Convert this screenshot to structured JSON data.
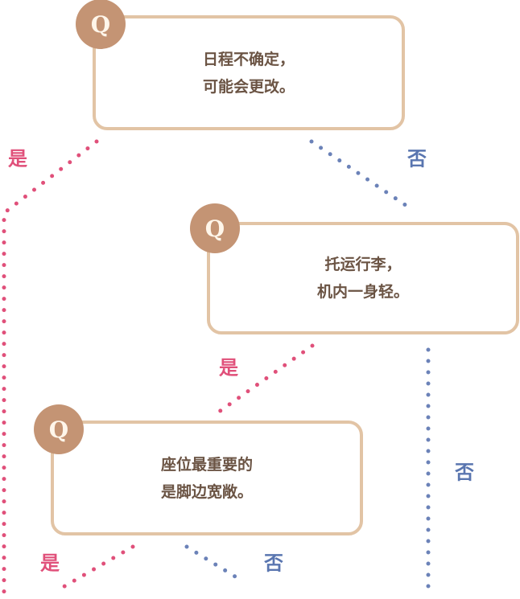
{
  "colors": {
    "yes": "#e0507a",
    "no": "#6b82b8",
    "box_border": "#e2c4a5",
    "q_badge": "#c49474",
    "text": "#6b5444"
  },
  "questions": [
    {
      "badge": "Q",
      "line1": "日程不确定，",
      "line2": "可能会更改。"
    },
    {
      "badge": "Q",
      "line1": "托运行李，",
      "line2": "机内一身轻。"
    },
    {
      "badge": "Q",
      "line1": "座位最重要的",
      "line2": "是脚边宽敞。"
    }
  ],
  "branches": {
    "yes": "是",
    "no": "否"
  }
}
